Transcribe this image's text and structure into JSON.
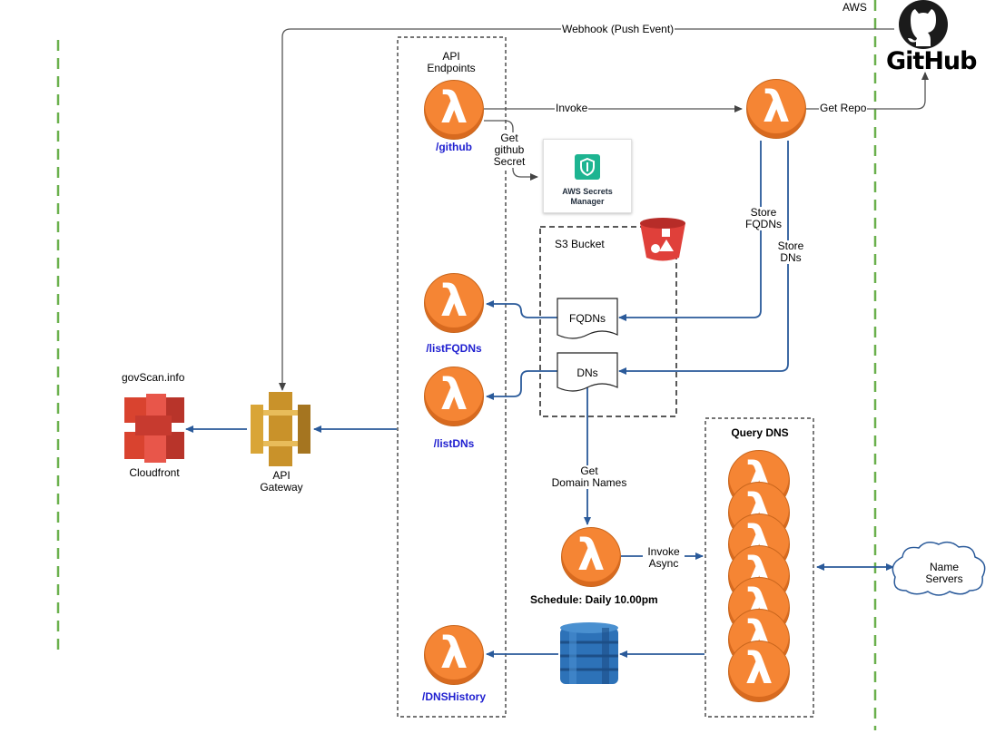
{
  "labels": {
    "aws": "AWS",
    "webhook": "Webhook (Push Event)",
    "api_endpoints": "API\nEndpoints",
    "invoke": "Invoke",
    "get_repo": "Get Repo",
    "github_route": "/github",
    "get_secret": "Get\ngithub\nSecret",
    "secrets_manager": "AWS Secrets\nManager",
    "store_fqdns": "Store\nFQDNs",
    "store_dns": "Store\nDNs",
    "s3_bucket": "S3 Bucket",
    "fqdns_doc": "FQDNs",
    "dns_doc": "DNs",
    "list_fqdns_route": "/listFQDNs",
    "list_dns_route": "/listDNs",
    "govscan": "govScan.info",
    "cloudfront": "Cloudfront",
    "api_gateway": "API\nGateway",
    "get_domain_names": "Get\nDomain Names",
    "invoke_async": "Invoke\nAsync",
    "schedule": "Schedule: Daily 10.00pm",
    "query_dns": "Query DNS",
    "name_servers": "Name\nServers",
    "dns_history_route": "/DNSHistory",
    "github_logo_text": "GitHub"
  },
  "colors": {
    "lambda_orange": "#f58534",
    "arrow_blue": "#2a5a9a",
    "route_blue": "#1f1fd0",
    "boundary_green": "#6ab04c",
    "arrow_grey": "#555555",
    "cloudfront_red": "#d9432f",
    "apigw_gold": "#c9922a",
    "dynamo_blue": "#2d72b8"
  },
  "icons": {
    "lambda": "lambda-icon",
    "github": "github-octocat-icon",
    "secrets": "shield-icon",
    "s3": "s3-bucket-icon",
    "cloudfront": "cloudfront-icon",
    "api_gateway": "api-gateway-icon",
    "dynamodb": "dynamodb-icon",
    "cloud": "cloud-icon"
  }
}
